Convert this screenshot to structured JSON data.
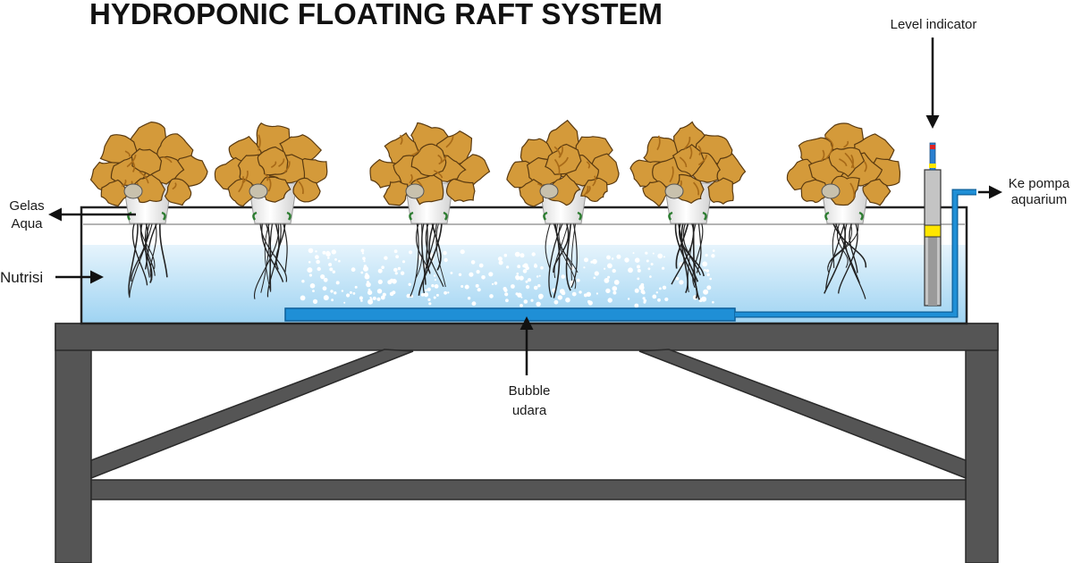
{
  "title": "HYDROPONIC FLOATING RAFT SYSTEM",
  "labels": {
    "level_indicator": "Level indicator",
    "ke_pompa": [
      "Ke pompa",
      "aquarium"
    ],
    "gelas_aqua": [
      "Gelas",
      "Aqua"
    ],
    "nutrisi": "Nutrisi",
    "bubble_udara": [
      "Bubble",
      "udara"
    ]
  },
  "plants": {
    "count": 6
  },
  "colors": {
    "water": "#9ed3f2",
    "water_top": "#e6f4fc",
    "pipe": "#1f8fd6",
    "frame": "#555555",
    "leaf": "#d49a3a",
    "leaf_dark": "#a86a18",
    "root": "#222222",
    "cup": "#f2f2f2",
    "indicator_yellow": "#ffe600"
  }
}
